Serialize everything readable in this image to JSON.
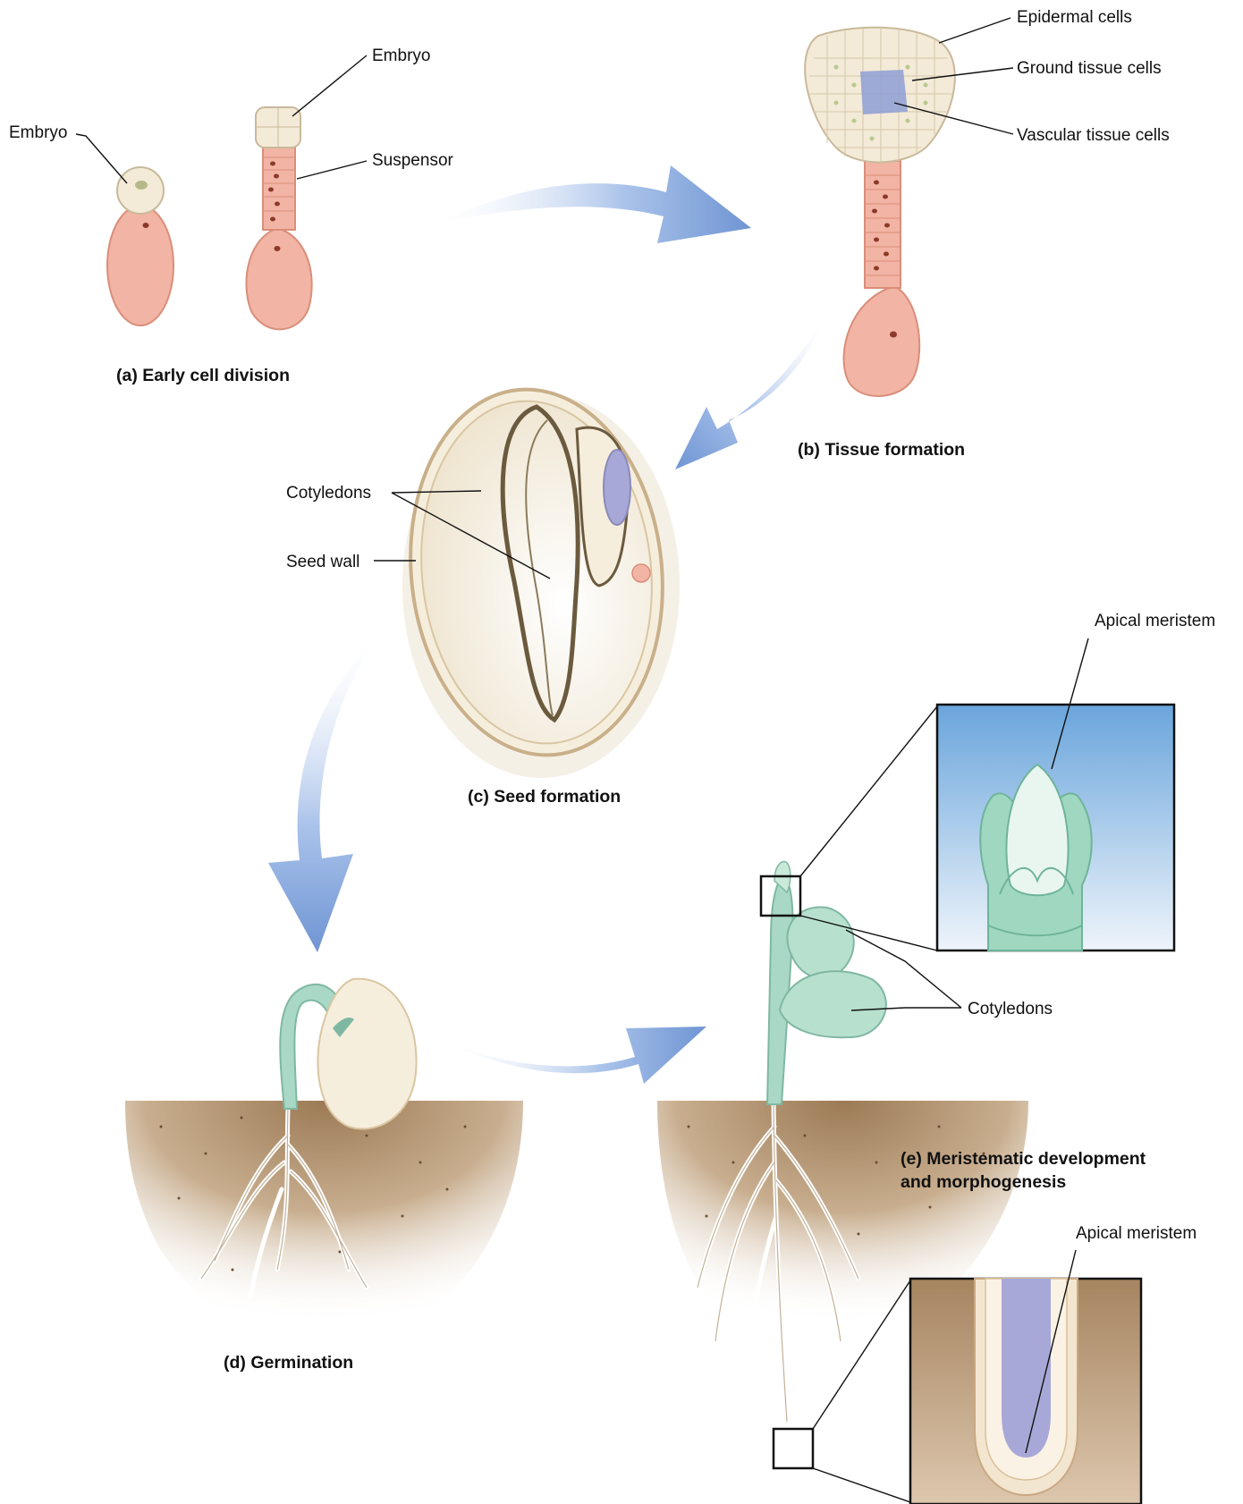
{
  "stages": {
    "a": "(a) Early cell division",
    "b": "(b) Tissue formation",
    "c": "(c) Seed formation",
    "d": "(d) Germination",
    "e_line1": "(e) Meristematic development",
    "e_line2": "and morphogenesis"
  },
  "labels": {
    "embryo_single": "Embryo",
    "embryo_multi": "Embryo",
    "suspensor": "Suspensor",
    "epidermal": "Epidermal cells",
    "ground": "Ground tissue cells",
    "vascular": "Vascular tissue cells",
    "cotyledons_seed": "Cotyledons",
    "seed_wall": "Seed wall",
    "apical_meristem_shoot": "Apical meristem",
    "cotyledons_plant": "Cotyledons",
    "apical_meristem_root": "Apical meristem"
  },
  "colors": {
    "arrow": "#6f95d3",
    "cell_pink": "#f2b4a4",
    "embryo_cream": "#f3ead8",
    "vascular_blue": "#8e9fd6",
    "seed_cream": "#f6eedd",
    "plant_green": "#a9d8c6",
    "soil": "#b89a78"
  }
}
